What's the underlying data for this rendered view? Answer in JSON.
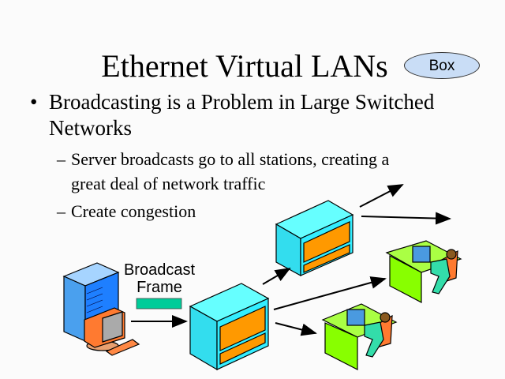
{
  "slide": {
    "title": "Ethernet Virtual LANs",
    "box_button": "Box",
    "bullets": [
      {
        "marker": "•",
        "lines": [
          "Broadcasting is a Problem in Large Switched",
          "Networks"
        ]
      }
    ],
    "sub_bullets": [
      {
        "marker": "–",
        "lines": [
          "Server broadcasts go to all stations, creating a",
          "great deal of network traffic"
        ]
      },
      {
        "marker": "–",
        "lines": [
          "Create congestion"
        ]
      }
    ]
  },
  "diagram": {
    "frame_label_line1": "Broadcast",
    "frame_label_line2": "Frame",
    "colors": {
      "switch": "#33eeff",
      "switch_panel": "#ff9900",
      "frame": "#00cc99",
      "desk": "#88ff22",
      "server": "#3399ff"
    }
  }
}
